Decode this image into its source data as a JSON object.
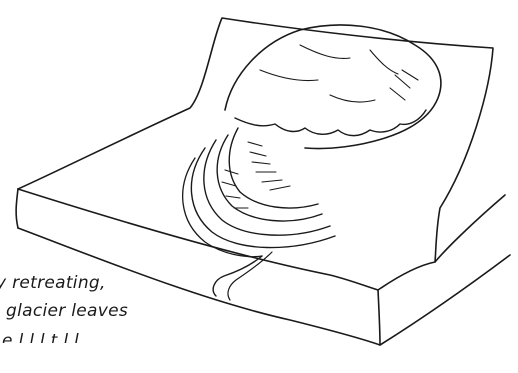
{
  "caption": {
    "line1": "y retreating,",
    "line2": "glacier leaves",
    "line3": "e l l      l    t l l"
  },
  "colors": {
    "ink": "#1a1a1a",
    "paper": "#ffffff"
  }
}
